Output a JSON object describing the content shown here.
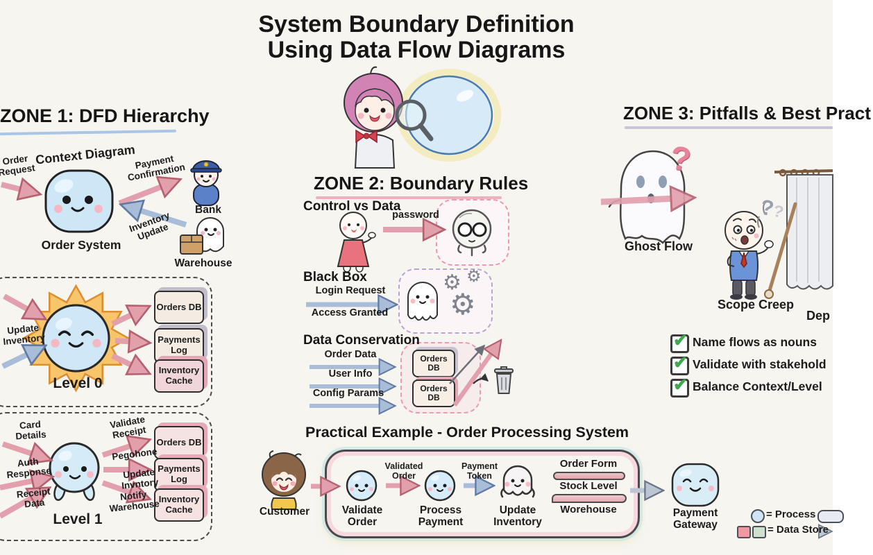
{
  "title": {
    "line1": "System Boundary Definition",
    "line2": "Using Data Flow Diagrams"
  },
  "zone1": {
    "header": "ZONE 1: DFD Hierarchy",
    "context": {
      "title": "Context Diagram",
      "process": "Order System",
      "flow_in": "Order Request",
      "flow_out": "Payment Confirmation",
      "flow_back": "Inventory Update",
      "bank": "Bank",
      "warehouse": "Warehouse"
    },
    "level0": {
      "label": "Level 0",
      "flow_in": "Update Inventory",
      "store1": "Orders DB",
      "store2": "Payments Log",
      "store3": "Inventory Cache"
    },
    "level1": {
      "label": "Level 1",
      "in1": "Card Details",
      "in2": "Auth Response",
      "in3": "Receipt Data",
      "out1": "Validate Receipt",
      "out2": "Pegohone",
      "out3": "Update Invntory",
      "out4": "Notify Warehouse",
      "store1": "Orders DB",
      "store2": "Payments Log",
      "store3": "Inventory Cache"
    }
  },
  "zone2": {
    "header": "ZONE 2: Boundary Rules",
    "control": {
      "title": "Control vs Data",
      "flow": "password"
    },
    "blackbox": {
      "title": "Black Box",
      "flow_in": "Login Request",
      "flow_out": "Access Granted"
    },
    "conservation": {
      "title": "Data Conservation",
      "flow1": "Order Data",
      "flow2": "User Info",
      "flow3": "Config Params",
      "store": "Orders DB"
    }
  },
  "zone3": {
    "header": "ZONE 3: Pitfalls & Best Pract",
    "ghost_flow": "Ghost Flow",
    "scope_creep": "Scope Creep",
    "cut_label": "Dep",
    "check1": "Name flows as nouns",
    "check2": "Validate with stakehold",
    "check3": "Balance Context/Level"
  },
  "practical": {
    "header": "Practical Example - Order Processing System",
    "customer": "Customer",
    "p1": "Validate Order",
    "p2": "Process Payment",
    "p3": "Update Inventory",
    "f1": "Validated Order",
    "f2": "Payment Token",
    "bar1": "Order Form",
    "bar2": "Stock Level",
    "bar3": "Worehouse",
    "gateway": "Payment Gateway",
    "legend_process": "= Process",
    "legend_datastore": "= Data Store"
  },
  "colors": {
    "background": "#f7f5f0",
    "pink_arrow": "#e2a0ad",
    "blue_arrow": "#a9bdd9",
    "check_green": "#3da84f",
    "process_fill": "#d6ecf8",
    "store_cream": "#f4ece2",
    "store_pink": "#f3d9dc"
  }
}
